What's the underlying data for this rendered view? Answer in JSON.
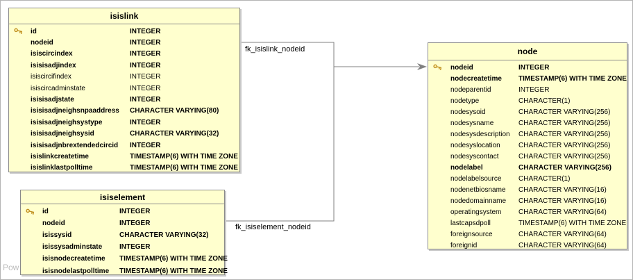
{
  "diagram": {
    "watermark": "Pow",
    "relationships": [
      {
        "label": "fk_isislink_nodeid",
        "from": "isislink",
        "to": "node",
        "references": "nodeid"
      },
      {
        "label": "fk_isiselement_nodeid",
        "from": "isiselement",
        "to": "node",
        "references": "nodeid"
      }
    ],
    "tables": [
      {
        "title": "isislink",
        "fields": [
          {
            "name": "id",
            "type": "INTEGER",
            "key": true,
            "bold": true
          },
          {
            "name": "nodeid",
            "type": "INTEGER",
            "key": false,
            "bold": true
          },
          {
            "name": "isiscircindex",
            "type": "INTEGER",
            "key": false,
            "bold": true
          },
          {
            "name": "isisisadjindex",
            "type": "INTEGER",
            "key": false,
            "bold": true
          },
          {
            "name": "isiscircifindex",
            "type": "INTEGER",
            "key": false,
            "bold": false
          },
          {
            "name": "isiscircadminstate",
            "type": "INTEGER",
            "key": false,
            "bold": false
          },
          {
            "name": "isisisadjstate",
            "type": "INTEGER",
            "key": false,
            "bold": true
          },
          {
            "name": "isisisadjneighsnpaaddress",
            "type": "CHARACTER VARYING(80)",
            "key": false,
            "bold": true
          },
          {
            "name": "isisisadjneighsystype",
            "type": "INTEGER",
            "key": false,
            "bold": true
          },
          {
            "name": "isisisadjneighsysid",
            "type": "CHARACTER VARYING(32)",
            "key": false,
            "bold": true
          },
          {
            "name": "isisisadjnbrextendedcircid",
            "type": "INTEGER",
            "key": false,
            "bold": true
          },
          {
            "name": "isislinkcreatetime",
            "type": "TIMESTAMP(6) WITH TIME ZONE",
            "key": false,
            "bold": true
          },
          {
            "name": "isislinklastpolltime",
            "type": "TIMESTAMP(6) WITH TIME ZONE",
            "key": false,
            "bold": true
          }
        ]
      },
      {
        "title": "isiselement",
        "fields": [
          {
            "name": "id",
            "type": "INTEGER",
            "key": true,
            "bold": true
          },
          {
            "name": "nodeid",
            "type": "INTEGER",
            "key": false,
            "bold": true
          },
          {
            "name": "isissysid",
            "type": "CHARACTER VARYING(32)",
            "key": false,
            "bold": true
          },
          {
            "name": "isissysadminstate",
            "type": "INTEGER",
            "key": false,
            "bold": true
          },
          {
            "name": "isisnodecreatetime",
            "type": "TIMESTAMP(6) WITH TIME ZONE",
            "key": false,
            "bold": true
          },
          {
            "name": "isisnodelastpolltime",
            "type": "TIMESTAMP(6) WITH TIME ZONE",
            "key": false,
            "bold": true
          }
        ]
      },
      {
        "title": "node",
        "fields": [
          {
            "name": "nodeid",
            "type": "INTEGER",
            "key": true,
            "bold": true
          },
          {
            "name": "nodecreatetime",
            "type": "TIMESTAMP(6) WITH TIME ZONE",
            "key": false,
            "bold": true
          },
          {
            "name": "nodeparentid",
            "type": "INTEGER",
            "key": false,
            "bold": false
          },
          {
            "name": "nodetype",
            "type": "CHARACTER(1)",
            "key": false,
            "bold": false
          },
          {
            "name": "nodesysoid",
            "type": "CHARACTER VARYING(256)",
            "key": false,
            "bold": false
          },
          {
            "name": "nodesysname",
            "type": "CHARACTER VARYING(256)",
            "key": false,
            "bold": false
          },
          {
            "name": "nodesysdescription",
            "type": "CHARACTER VARYING(256)",
            "key": false,
            "bold": false
          },
          {
            "name": "nodesyslocation",
            "type": "CHARACTER VARYING(256)",
            "key": false,
            "bold": false
          },
          {
            "name": "nodesyscontact",
            "type": "CHARACTER VARYING(256)",
            "key": false,
            "bold": false
          },
          {
            "name": "nodelabel",
            "type": "CHARACTER VARYING(256)",
            "key": false,
            "bold": true
          },
          {
            "name": "nodelabelsource",
            "type": "CHARACTER(1)",
            "key": false,
            "bold": false
          },
          {
            "name": "nodenetbiosname",
            "type": "CHARACTER VARYING(16)",
            "key": false,
            "bold": false
          },
          {
            "name": "nodedomainname",
            "type": "CHARACTER VARYING(16)",
            "key": false,
            "bold": false
          },
          {
            "name": "operatingsystem",
            "type": "CHARACTER VARYING(64)",
            "key": false,
            "bold": false
          },
          {
            "name": "lastcapsdpoll",
            "type": "TIMESTAMP(6) WITH TIME ZONE",
            "key": false,
            "bold": false
          },
          {
            "name": "foreignsource",
            "type": "CHARACTER VARYING(64)",
            "key": false,
            "bold": false
          },
          {
            "name": "foreignid",
            "type": "CHARACTER VARYING(64)",
            "key": false,
            "bold": false
          }
        ]
      }
    ],
    "colors": {
      "table_fill": "#ffffce",
      "table_border": "#8a8a8a",
      "connector": "#808080",
      "key_icon": "#c0901e",
      "watermark": "#bcbcbc"
    }
  }
}
